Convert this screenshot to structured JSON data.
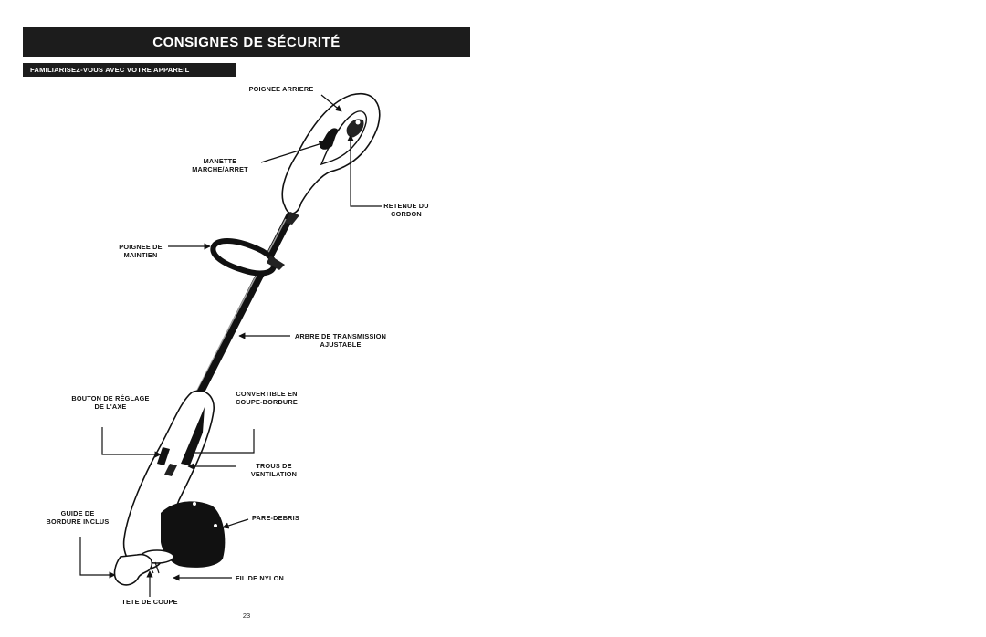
{
  "header": {
    "title": "CONSIGNES DE SÉCURITÉ"
  },
  "section": {
    "title": "FAMILIARISEZ-VOUS AVEC VOTRE APPAREIL"
  },
  "labels": {
    "rear_handle": "POIGNEE ARRIERE",
    "switch": "MANETTE\nMARCHE/ARRET",
    "cord_retainer": "RETENUE DU\nCORDON",
    "assist_handle": "POIGNEE DE\nMAINTIEN",
    "shaft": "ARBRE DE TRANSMISSION\nAJUSTABLE",
    "shaft_knob": "BOUTON DE RÉGLAGE\nDE L'AXE",
    "convertible": "CONVERTIBLE EN\nCOUPE-BORDURE",
    "vents": "TROUS DE\nVENTILATION",
    "edge_guide": "GUIDE DE\nBORDURE INCLUS",
    "guard": "PARE-DEBRIS",
    "line": "FIL DE NYLON",
    "head": "TETE DE COUPE"
  },
  "page_number": "23"
}
